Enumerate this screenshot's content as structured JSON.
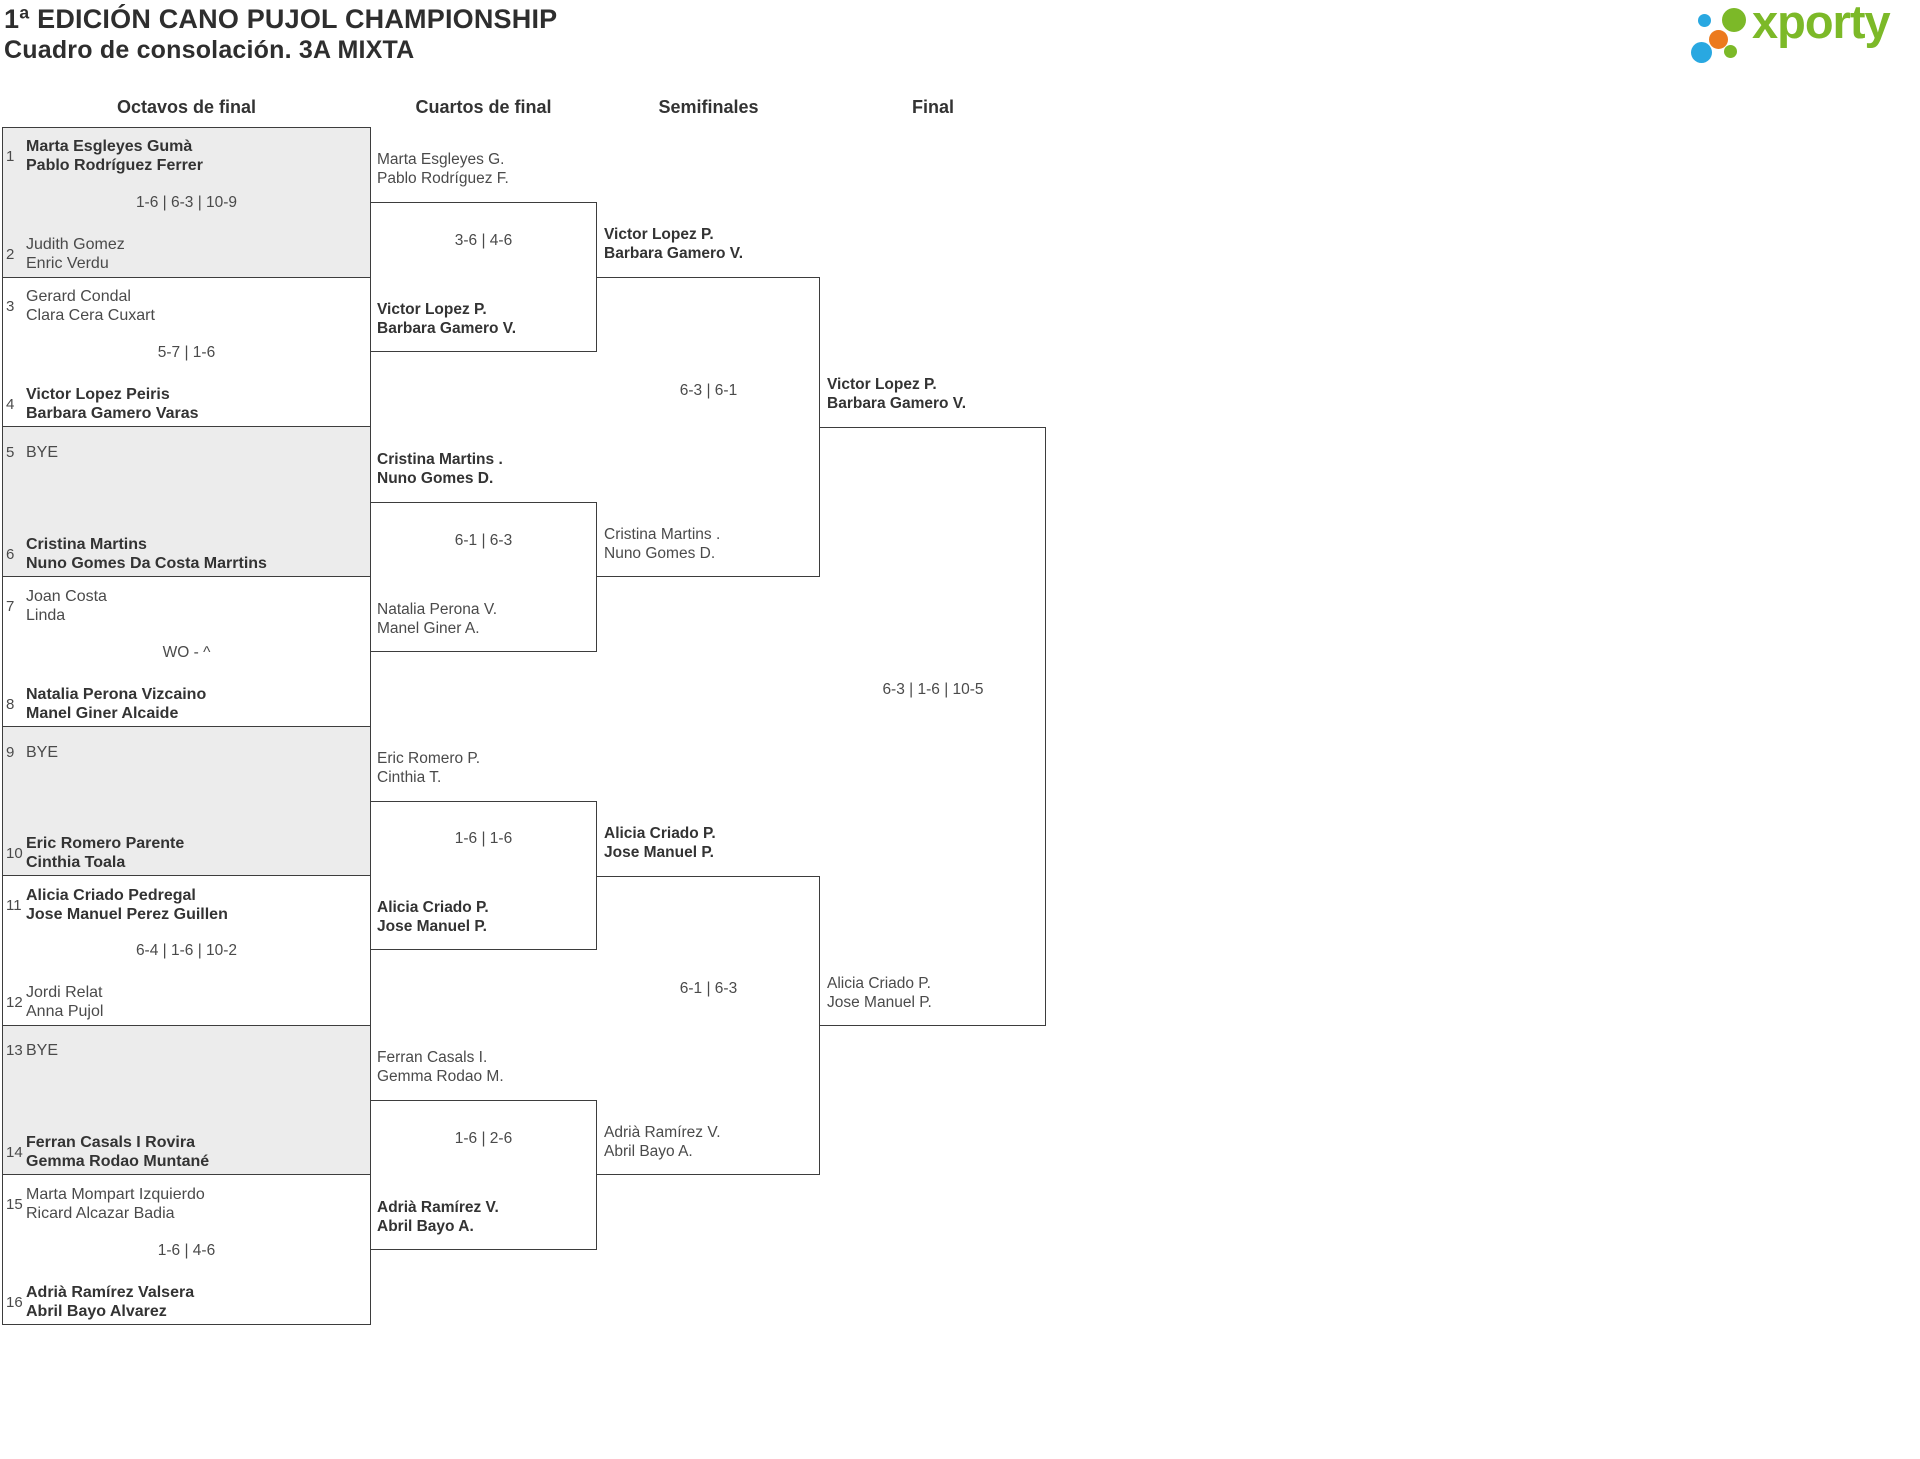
{
  "header": {
    "title": "1ª EDICIÓN CANO PUJOL CHAMPIONSHIP",
    "subtitle": "Cuadro de consolación. 3A MIXTA",
    "logo_text": "xporty",
    "logo_colors": {
      "green": "#7cb928",
      "blue": "#29a8e1",
      "orange": "#ec7a1e"
    }
  },
  "rounds": {
    "r16": "Octavos de final",
    "qf": "Cuartos de final",
    "sf": "Semifinales",
    "final": "Final"
  },
  "octavos": {
    "entries": [
      {
        "seed": "1",
        "line1": "Marta Esgleyes Gumà",
        "line2": "Pablo Rodríguez Ferrer",
        "winner": true
      },
      {
        "seed": "2",
        "line1": "Judith Gomez",
        "line2": "Enric Verdu",
        "winner": false
      },
      {
        "seed": "3",
        "line1": "Gerard Condal",
        "line2": "Clara Cera Cuxart",
        "winner": false
      },
      {
        "seed": "4",
        "line1": "Victor Lopez Peiris",
        "line2": "Barbara Gamero Varas",
        "winner": true
      },
      {
        "seed": "5",
        "line1": "BYE",
        "line2": "",
        "winner": false
      },
      {
        "seed": "6",
        "line1": "Cristina Martins",
        "line2": "Nuno Gomes Da Costa Marrtins",
        "winner": true
      },
      {
        "seed": "7",
        "line1": "Joan Costa",
        "line2": "Linda",
        "winner": false
      },
      {
        "seed": "8",
        "line1": "Natalia Perona Vizcaino",
        "line2": "Manel Giner Alcaide",
        "winner": true
      },
      {
        "seed": "9",
        "line1": "BYE",
        "line2": "",
        "winner": false
      },
      {
        "seed": "10",
        "line1": "Eric Romero Parente",
        "line2": "Cinthia Toala",
        "winner": true
      },
      {
        "seed": "11",
        "line1": "Alicia Criado Pedregal",
        "line2": "Jose Manuel Perez Guillen",
        "winner": true
      },
      {
        "seed": "12",
        "line1": "Jordi Relat",
        "line2": "Anna Pujol",
        "winner": false
      },
      {
        "seed": "13",
        "line1": "BYE",
        "line2": "",
        "winner": false
      },
      {
        "seed": "14",
        "line1": "Ferran Casals I Rovira",
        "line2": "Gemma Rodao Muntané",
        "winner": true
      },
      {
        "seed": "15",
        "line1": "Marta Mompart Izquierdo",
        "line2": "Ricard Alcazar Badia",
        "winner": false
      },
      {
        "seed": "16",
        "line1": "Adrià Ramírez Valsera",
        "line2": "Abril Bayo Alvarez",
        "winner": true
      }
    ],
    "scores": {
      "m1": "1-6 | 6-3 | 10-9",
      "m2": "5-7 | 1-6",
      "m4": "WO - ^",
      "m6": "6-4 | 1-6 | 10-2",
      "m8": "1-6 | 4-6"
    }
  },
  "cuartos": {
    "matches": [
      {
        "teamA": {
          "line1": "Marta Esgleyes G.",
          "line2": "Pablo Rodríguez F.",
          "winner": false
        },
        "teamB": {
          "line1": "Victor Lopez P.",
          "line2": "Barbara Gamero V.",
          "winner": true
        },
        "score": "3-6 | 4-6"
      },
      {
        "teamA": {
          "line1": "Cristina Martins .",
          "line2": "Nuno Gomes D.",
          "winner": true
        },
        "teamB": {
          "line1": "Natalia Perona V.",
          "line2": "Manel Giner A.",
          "winner": false
        },
        "score": "6-1 | 6-3"
      },
      {
        "teamA": {
          "line1": "Eric Romero P.",
          "line2": "Cinthia T.",
          "winner": false
        },
        "teamB": {
          "line1": "Alicia Criado P.",
          "line2": "Jose Manuel P.",
          "winner": true
        },
        "score": "1-6 | 1-6"
      },
      {
        "teamA": {
          "line1": "Ferran Casals I.",
          "line2": "Gemma Rodao M.",
          "winner": false
        },
        "teamB": {
          "line1": "Adrià Ramírez V.",
          "line2": "Abril Bayo A.",
          "winner": true
        },
        "score": "1-6 | 2-6"
      }
    ]
  },
  "semifinales": {
    "matches": [
      {
        "teamA": {
          "line1": "Victor Lopez P.",
          "line2": "Barbara Gamero V.",
          "winner": true
        },
        "teamB": {
          "line1": "Cristina Martins .",
          "line2": "Nuno Gomes D.",
          "winner": false
        },
        "score": "6-3 | 6-1"
      },
      {
        "teamA": {
          "line1": "Alicia Criado P.",
          "line2": "Jose Manuel P.",
          "winner": true
        },
        "teamB": {
          "line1": "Adrià Ramírez V.",
          "line2": "Abril Bayo A.",
          "winner": false
        },
        "score": "6-1 | 6-3"
      }
    ]
  },
  "final": {
    "teamA": {
      "line1": "Victor Lopez P.",
      "line2": "Barbara Gamero V.",
      "winner": true
    },
    "teamB": {
      "line1": "Alicia Criado P.",
      "line2": "Jose Manuel P.",
      "winner": false
    },
    "score": "6-3 | 1-6 | 10-5"
  }
}
